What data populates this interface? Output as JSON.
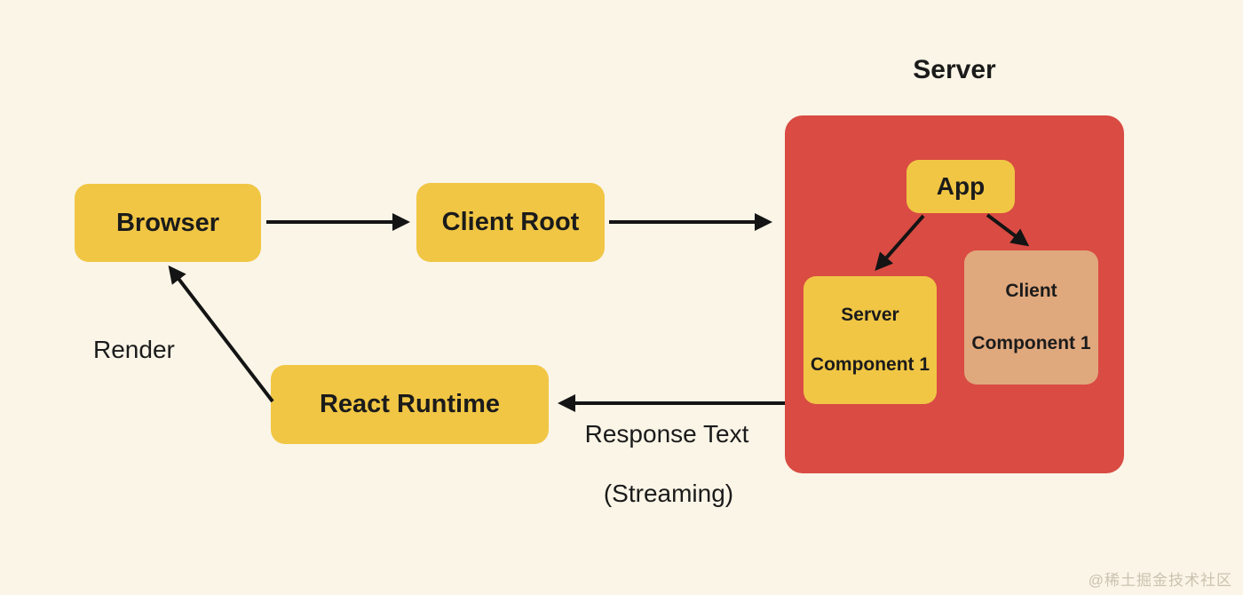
{
  "colors": {
    "background": "#FAF5E7",
    "box_yellow": "#F1C644",
    "box_red": "#D94B43",
    "box_tan": "#E0A87D",
    "text": "#1B1B1B",
    "arrow": "#141414",
    "watermark": "#CBC2AF"
  },
  "nodes": {
    "browser": {
      "label": "Browser"
    },
    "client_root": {
      "label": "Client Root"
    },
    "react_runtime": {
      "label": "React Runtime"
    },
    "server_group": {
      "title": "Server"
    },
    "app": {
      "label": "App"
    },
    "server_component": {
      "line1": "Server",
      "line2": "Component 1"
    },
    "client_component": {
      "line1": "Client",
      "line2": "Component 1"
    }
  },
  "edge_labels": {
    "render": "Render",
    "response_line1": "Response Text",
    "response_line2": "(Streaming)"
  },
  "watermark": "@稀土掘金技术社区"
}
